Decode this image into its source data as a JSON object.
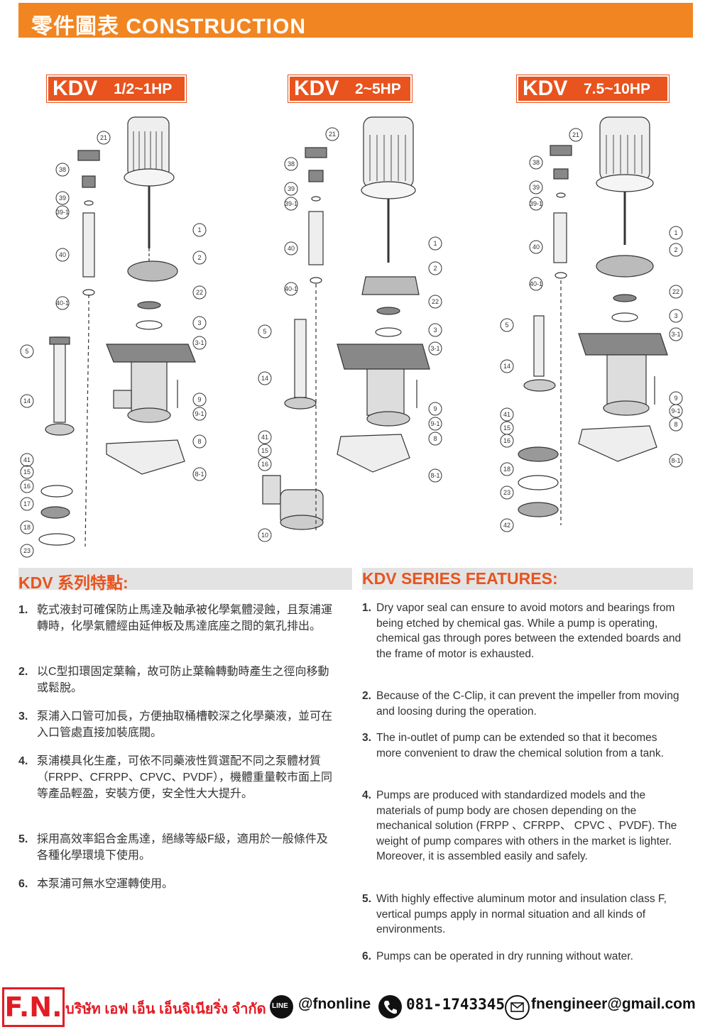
{
  "header": {
    "title": "零件圖表 CONSTRUCTION"
  },
  "models": [
    {
      "name": "KDV",
      "power": "1/2~1HP"
    },
    {
      "name": "KDV",
      "power": "2~5HP"
    },
    {
      "name": "KDV",
      "power": "7.5~10HP"
    }
  ],
  "features_cn": {
    "title": "KDV 系列特點:",
    "items": [
      {
        "num": "1.",
        "text": "乾式液封可確保防止馬達及軸承被化學氣體浸蝕，且泵浦運轉時，化學氣體經由延伸板及馬達底座之間的氣孔排出。"
      },
      {
        "num": "2.",
        "text": "以C型扣環固定葉輪，故可防止葉輪轉動時產生之徑向移動或鬆脫。"
      },
      {
        "num": "3.",
        "text": "泵浦入口管可加長，方便抽取桶槽較深之化學藥液，並可在入口管處直接加裝底閥。"
      },
      {
        "num": "4.",
        "text": "泵浦模具化生產，可依不同藥液性質選配不同之泵體材質（FRPP、CFRPP、CPVC、PVDF），機體重量較市面上同等產品輕盈，安裝方便，安全性大大提升。"
      },
      {
        "num": "5.",
        "text": "採用高效率鋁合金馬達，絕緣等級F級，適用於一般條件及各種化學環境下使用。"
      },
      {
        "num": "6.",
        "text": "本泵浦可無水空運轉使用。"
      }
    ]
  },
  "features_en": {
    "title": "KDV SERIES FEATURES:",
    "items": [
      {
        "num": "1.",
        "text": "Dry vapor seal can ensure to avoid motors and bearings from being etched by chemical gas. While a pump is operating, chemical gas through pores between the extended boards and the frame of motor is exhausted."
      },
      {
        "num": "2.",
        "text": "Because of the C-Clip, it can prevent the impeller from moving and loosing during the operation."
      },
      {
        "num": "3.",
        "text": "The in-outlet of pump can be extended so that it becomes more convenient to draw the chemical solution from a tank."
      },
      {
        "num": "4.",
        "text": "Pumps are produced with standardized models and the materials of pump body are chosen depending on the mechanical solution (FRPP 、CFRPP、 CPVC 、PVDF). The weight of pump compares with others in the market is lighter. Moreover, it is assembled easily and safely."
      },
      {
        "num": "5.",
        "text": "With highly effective aluminum motor and insulation class F, vertical pumps apply in normal situation and all kinds of environments."
      },
      {
        "num": "6.",
        "text": "Pumps can be operated in dry running without water."
      }
    ]
  },
  "diagram_labels": {
    "d1": [
      "21",
      "38",
      "39",
      "39-1",
      "40",
      "40-1",
      "5",
      "14",
      "41",
      "15",
      "16",
      "17",
      "18",
      "23",
      "1",
      "2",
      "22",
      "3",
      "3-1",
      "9",
      "9-1",
      "8",
      "8-1"
    ],
    "d2": [
      "21",
      "38",
      "39",
      "39-1",
      "40",
      "40-1",
      "5",
      "14",
      "41",
      "15",
      "16",
      "10",
      "1",
      "2",
      "22",
      "3",
      "3-1",
      "9",
      "9-1",
      "8",
      "8-1"
    ],
    "d3": [
      "21",
      "38",
      "39",
      "39-1",
      "40",
      "40-1",
      "5",
      "14",
      "41",
      "15",
      "16",
      "18",
      "23",
      "42",
      "1",
      "2",
      "22",
      "3",
      "3-1",
      "9",
      "9-1",
      "8",
      "8-1"
    ]
  },
  "footer": {
    "logo": "F.N.",
    "company": "บริษัท เอฟ เอ็น เอ็นจิเนียริ่ง จำกัด",
    "line_icon_text": "LINE",
    "line_id": "@fnonline",
    "phone": "081-1743345",
    "email": "fnengineer@gmail.com",
    "icons": [
      "line-icon",
      "phone-icon",
      "email-icon"
    ]
  }
}
